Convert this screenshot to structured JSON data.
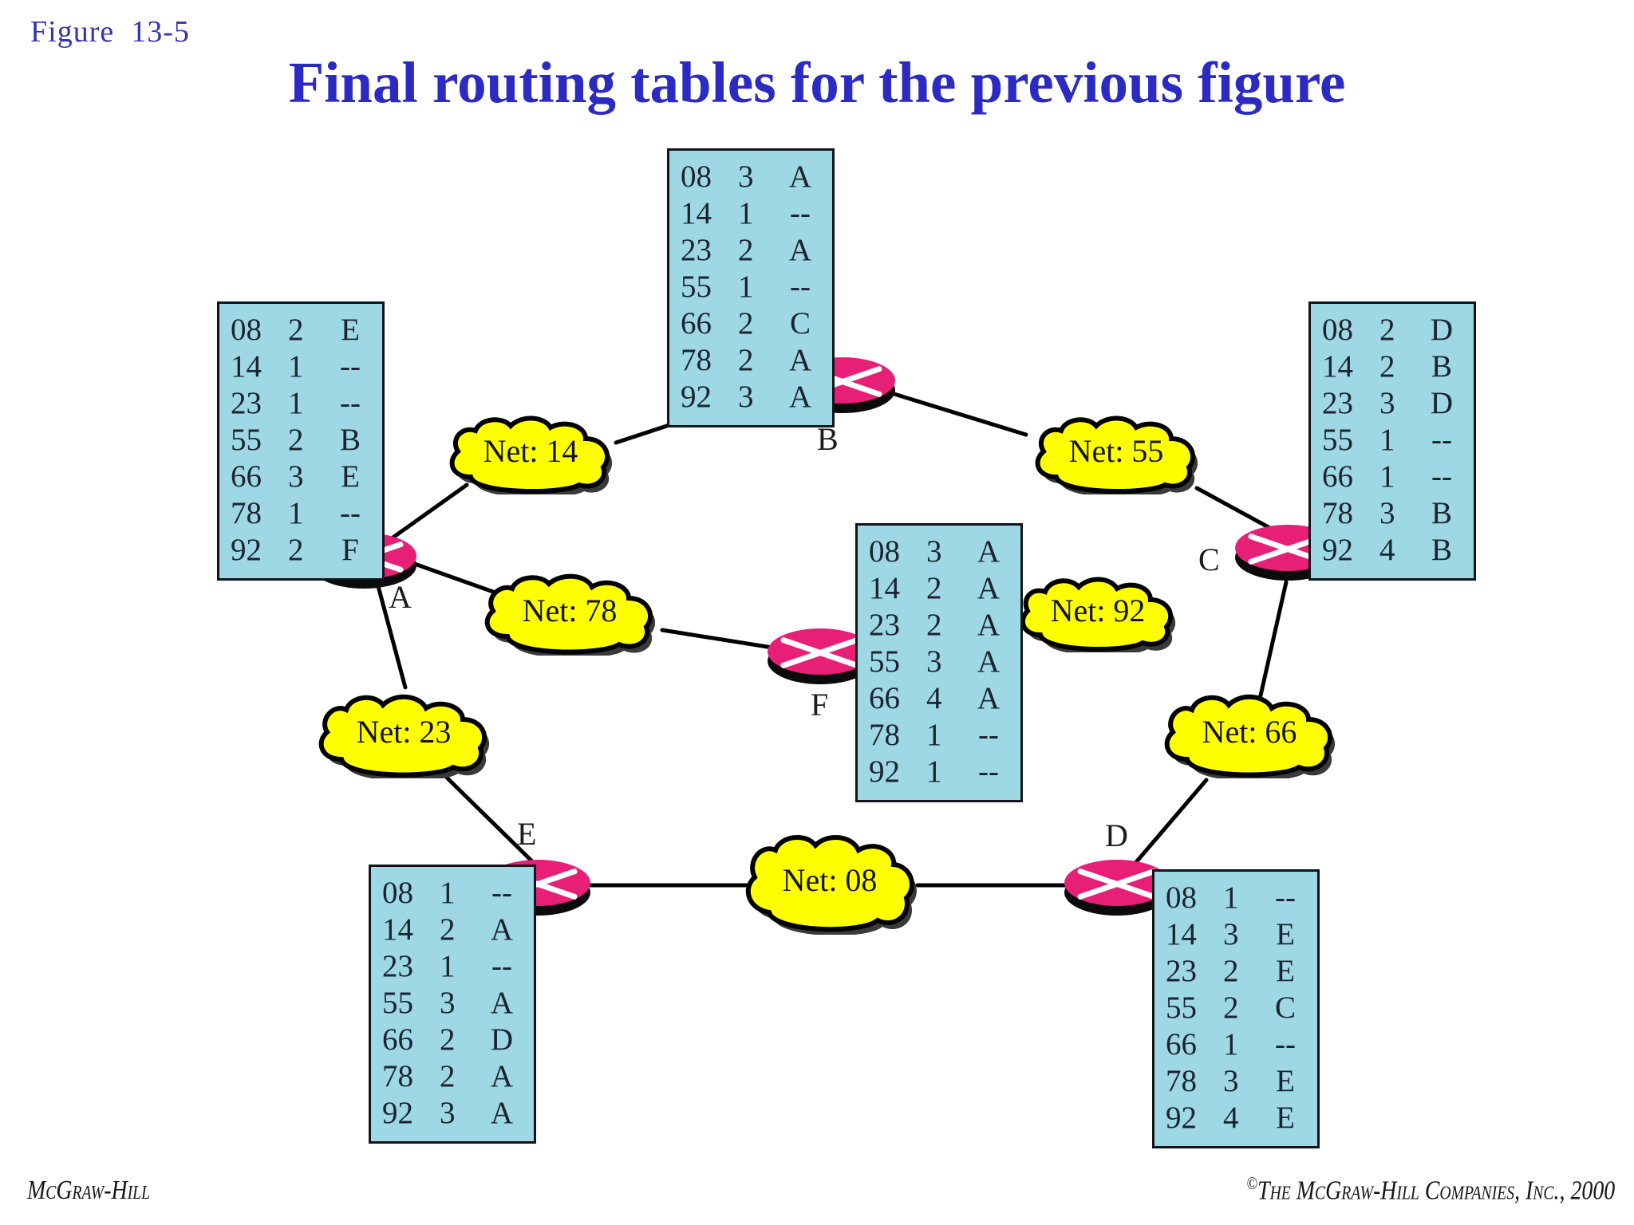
{
  "header": {
    "figure_label": "Figure  13-5",
    "title": "Final routing tables for the previous figure"
  },
  "footer": {
    "left": "McGraw-Hill",
    "copyright_mark": "©",
    "right": "The McGraw-Hill Companies, Inc., 2000"
  },
  "colors": {
    "title_blue": "#2b2bc4",
    "figure_blue": "#3333b5",
    "table_fill": "#9ed8e4",
    "table_border": "#111418",
    "cloud_fill": "#ffff00",
    "cloud_outline": "#000000",
    "cloud_shadow": "#3a3a3a",
    "router_pink": "#e81f76",
    "router_base": "#0b0b0b",
    "link_line": "#000000"
  },
  "routers": [
    {
      "id": "A",
      "label": "A"
    },
    {
      "id": "B",
      "label": "B"
    },
    {
      "id": "C",
      "label": "C"
    },
    {
      "id": "D",
      "label": "D"
    },
    {
      "id": "E",
      "label": "E"
    },
    {
      "id": "F",
      "label": "F"
    }
  ],
  "networks": [
    {
      "id": "net14",
      "label": "Net: 14"
    },
    {
      "id": "net55",
      "label": "Net: 55"
    },
    {
      "id": "net78",
      "label": "Net: 78"
    },
    {
      "id": "net92",
      "label": "Net: 92"
    },
    {
      "id": "net23",
      "label": "Net: 23"
    },
    {
      "id": "net66",
      "label": "Net: 66"
    },
    {
      "id": "net08",
      "label": "Net: 08"
    }
  ],
  "tables": {
    "A": {
      "router": "A",
      "rows": [
        {
          "net": "08",
          "hops": "2",
          "next": "E"
        },
        {
          "net": "14",
          "hops": "1",
          "next": "--"
        },
        {
          "net": "23",
          "hops": "1",
          "next": "--"
        },
        {
          "net": "55",
          "hops": "2",
          "next": "B"
        },
        {
          "net": "66",
          "hops": "3",
          "next": "E"
        },
        {
          "net": "78",
          "hops": "1",
          "next": "--"
        },
        {
          "net": "92",
          "hops": "2",
          "next": "F"
        }
      ]
    },
    "B": {
      "router": "B",
      "rows": [
        {
          "net": "08",
          "hops": "3",
          "next": "A"
        },
        {
          "net": "14",
          "hops": "1",
          "next": "--"
        },
        {
          "net": "23",
          "hops": "2",
          "next": "A"
        },
        {
          "net": "55",
          "hops": "1",
          "next": "--"
        },
        {
          "net": "66",
          "hops": "2",
          "next": "C"
        },
        {
          "net": "78",
          "hops": "2",
          "next": "A"
        },
        {
          "net": "92",
          "hops": "3",
          "next": "A"
        }
      ]
    },
    "C": {
      "router": "C",
      "rows": [
        {
          "net": "08",
          "hops": "2",
          "next": "D"
        },
        {
          "net": "14",
          "hops": "2",
          "next": "B"
        },
        {
          "net": "23",
          "hops": "3",
          "next": "D"
        },
        {
          "net": "55",
          "hops": "1",
          "next": "--"
        },
        {
          "net": "66",
          "hops": "1",
          "next": "--"
        },
        {
          "net": "78",
          "hops": "3",
          "next": "B"
        },
        {
          "net": "92",
          "hops": "4",
          "next": "B"
        }
      ]
    },
    "D": {
      "router": "D",
      "rows": [
        {
          "net": "08",
          "hops": "1",
          "next": "--"
        },
        {
          "net": "14",
          "hops": "3",
          "next": "E"
        },
        {
          "net": "23",
          "hops": "2",
          "next": "E"
        },
        {
          "net": "55",
          "hops": "2",
          "next": "C"
        },
        {
          "net": "66",
          "hops": "1",
          "next": "--"
        },
        {
          "net": "78",
          "hops": "3",
          "next": "E"
        },
        {
          "net": "92",
          "hops": "4",
          "next": "E"
        }
      ]
    },
    "E": {
      "router": "E",
      "rows": [
        {
          "net": "08",
          "hops": "1",
          "next": "--"
        },
        {
          "net": "14",
          "hops": "2",
          "next": "A"
        },
        {
          "net": "23",
          "hops": "1",
          "next": "--"
        },
        {
          "net": "55",
          "hops": "3",
          "next": "A"
        },
        {
          "net": "66",
          "hops": "2",
          "next": "D"
        },
        {
          "net": "78",
          "hops": "2",
          "next": "A"
        },
        {
          "net": "92",
          "hops": "3",
          "next": "A"
        }
      ]
    },
    "F": {
      "router": "F",
      "rows": [
        {
          "net": "08",
          "hops": "3",
          "next": "A"
        },
        {
          "net": "14",
          "hops": "2",
          "next": "A"
        },
        {
          "net": "23",
          "hops": "2",
          "next": "A"
        },
        {
          "net": "55",
          "hops": "3",
          "next": "A"
        },
        {
          "net": "66",
          "hops": "4",
          "next": "A"
        },
        {
          "net": "78",
          "hops": "1",
          "next": "--"
        },
        {
          "net": "92",
          "hops": "1",
          "next": "--"
        }
      ]
    }
  }
}
